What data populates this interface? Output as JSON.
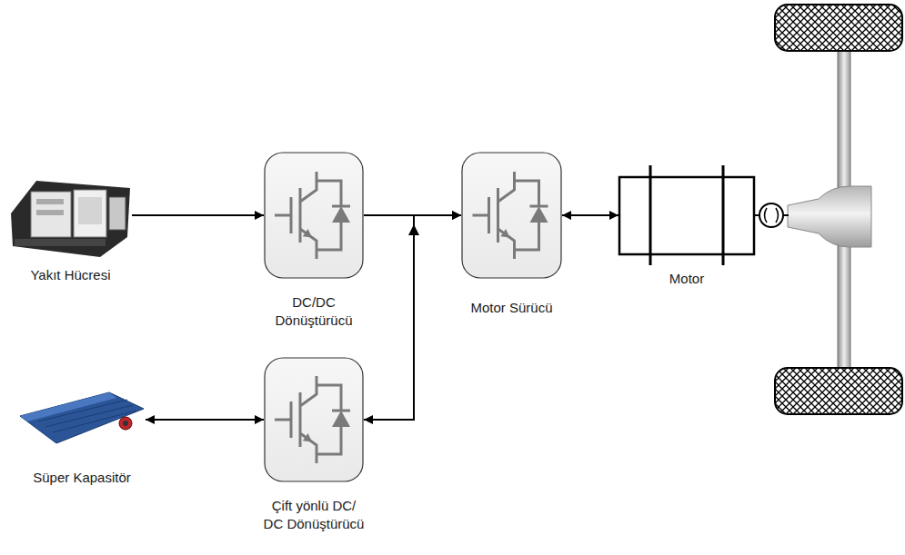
{
  "diagram": {
    "nodes": [
      {
        "text": [
          "Yakıt Hücresi"
        ]
      },
      {
        "text": [
          "DC/DC Dönüştürücü"
        ]
      },
      {
        "text": [
          "Motor Sürücü"
        ]
      },
      {
        "text": [
          "Motor"
        ]
      },
      {
        "text": [
          "Süper Kapasitör"
        ]
      },
      {
        "text": [
          "Çift yönlü DC/ DC Dönüştürücü"
        ]
      }
    ],
    "edges": [
      {
        "from": 0,
        "to": 1,
        "arrow": "to"
      },
      {
        "from": 1,
        "to": 2,
        "arrow": "to"
      },
      {
        "from": 5,
        "to": 2,
        "arrow": "both"
      },
      {
        "from": 4,
        "to": 5,
        "arrow": "both"
      },
      {
        "from": 2,
        "to": 3,
        "arrow": "both"
      }
    ]
  }
}
